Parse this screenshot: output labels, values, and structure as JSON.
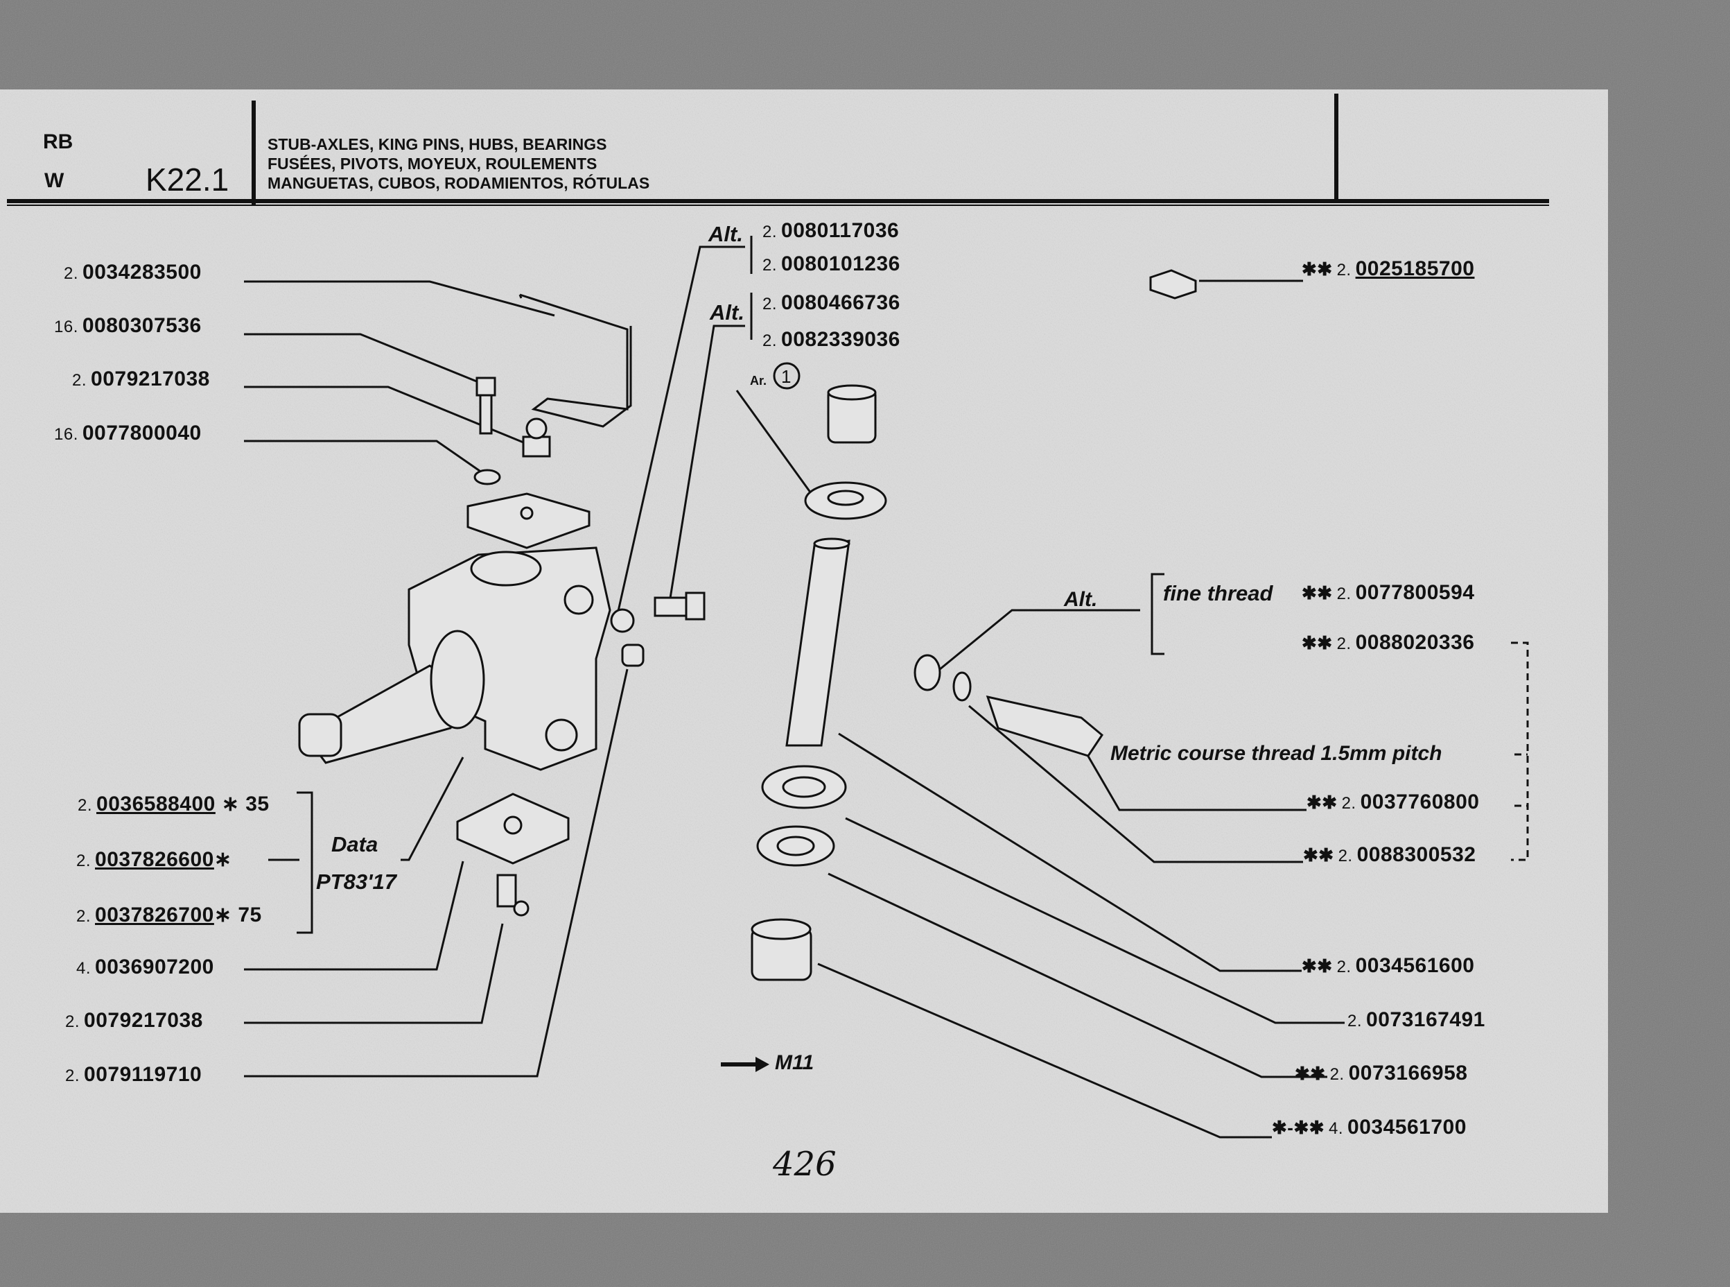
{
  "header": {
    "codes": [
      "RB",
      "W"
    ],
    "sheet": "K22.1",
    "titles": [
      "STUB-AXLES, KING PINS, HUBS, BEARINGS",
      "FUSÉES, PIVOTS, MOYEUX, ROULEMENTS",
      "MANGUETAS, CUBOS, RODAMIENTOS, RÓTULAS"
    ]
  },
  "left_parts": [
    {
      "qty": "2.",
      "num": "0034283500"
    },
    {
      "qty": "16.",
      "num": "0080307536"
    },
    {
      "qty": "2.",
      "num": "0079217038"
    },
    {
      "qty": "16.",
      "num": "0077800040"
    }
  ],
  "data_group": {
    "parts": [
      {
        "qty": "2.",
        "num": "0036588400",
        "suffix": "∗ 35"
      },
      {
        "qty": "2.",
        "num": "0037826600",
        "suffix": "∗"
      },
      {
        "qty": "2.",
        "num": "0037826700",
        "suffix": "∗ 75"
      }
    ],
    "label": "Data",
    "code": "PT83'17"
  },
  "bottom_left_parts": [
    {
      "qty": "4.",
      "num": "0036907200"
    },
    {
      "qty": "2.",
      "num": "0079217038"
    },
    {
      "qty": "2.",
      "num": "0079119710"
    }
  ],
  "alt_groups": [
    {
      "label": "Alt.",
      "parts": [
        {
          "qty": "2.",
          "num": "0080117036"
        },
        {
          "qty": "2.",
          "num": "0080101236"
        }
      ]
    },
    {
      "label": "Alt.",
      "parts": [
        {
          "qty": "2.",
          "num": "0080466736"
        },
        {
          "qty": "2.",
          "num": "0082339036"
        }
      ]
    }
  ],
  "ar_note": {
    "label": "Ar.",
    "num": "1"
  },
  "top_right_part": {
    "prefix": "✱✱",
    "qty": "2.",
    "num": "0025185700"
  },
  "alt_right": {
    "label": "Alt.",
    "fine_label": "fine thread",
    "fine_part": {
      "prefix": "✱✱",
      "qty": "2.",
      "num": "0077800594"
    },
    "second_part": {
      "prefix": "✱✱",
      "qty": "2.",
      "num": "0088020336"
    }
  },
  "metric_label": "Metric course thread 1.5mm pitch",
  "right_parts": [
    {
      "prefix": "✱✱",
      "qty": "2.",
      "num": "0037760800"
    },
    {
      "prefix": "✱✱",
      "qty": "2.",
      "num": "0088300532"
    },
    {
      "prefix": "✱✱",
      "qty": "2.",
      "num": "0034561600"
    },
    {
      "prefix": "",
      "qty": "2.",
      "num": "0073167491"
    },
    {
      "prefix": "✱✱",
      "qty": "2.",
      "num": "0073166958"
    },
    {
      "prefix": "✱-✱✱",
      "qty": "4.",
      "num": "0034561700"
    }
  ],
  "ref_arrow": {
    "label": "M11"
  },
  "page_number": "426"
}
